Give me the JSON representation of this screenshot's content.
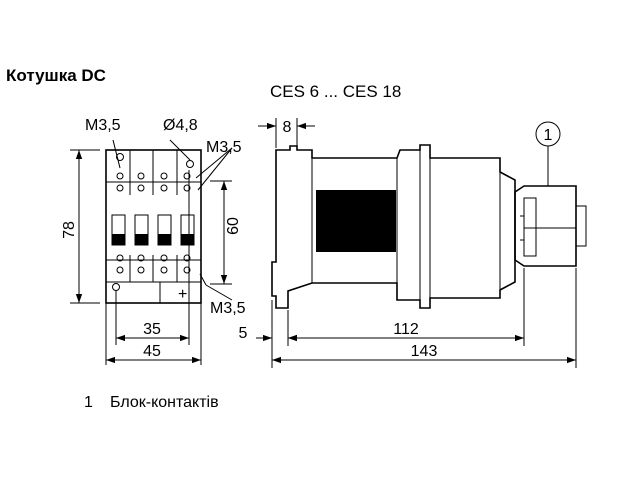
{
  "title": "Котушка DC",
  "subtitle": "CES 6 ... CES 18",
  "front_view": {
    "label_screw_top_left": "M3,5",
    "label_hole": "Ø4,8",
    "label_screw_top_right": "M3,5",
    "label_screw_bottom": "M3,5",
    "dim_height_outer": "78",
    "dim_height_inner": "60",
    "dim_width_inner": "35",
    "dim_width_outer": "45",
    "terminal_plus": "+"
  },
  "side_view": {
    "dim_top": "8",
    "dim_left_offset": "5",
    "dim_depth_inner": "112",
    "dim_depth_outer": "143",
    "callout": "1"
  },
  "legend": [
    {
      "num": "1",
      "text": "Блок-контактів"
    }
  ]
}
